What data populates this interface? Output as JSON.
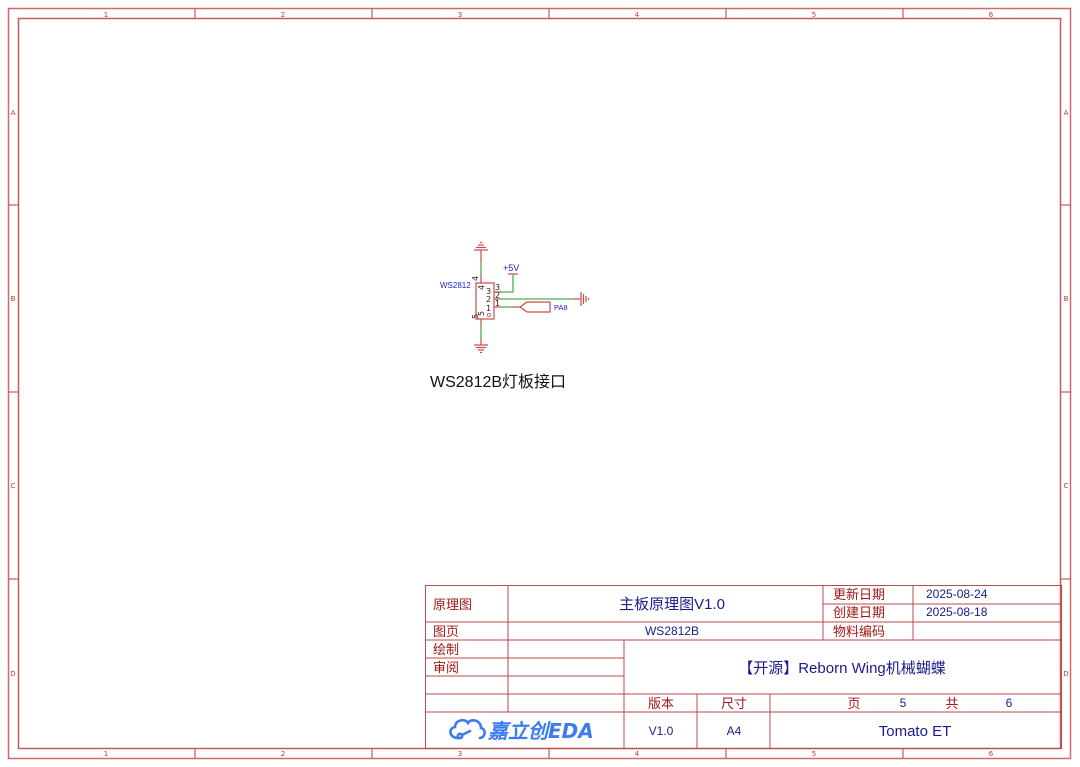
{
  "sheet": {
    "border_color": "#d06a6a",
    "columns": [
      "1",
      "2",
      "3",
      "4",
      "5",
      "6"
    ],
    "rows": [
      "A",
      "B",
      "C",
      "D"
    ]
  },
  "schematic": {
    "component": {
      "designator": "WS2812",
      "pins": [
        {
          "number": "1",
          "net": "PA8"
        },
        {
          "number": "2",
          "net": "GND"
        },
        {
          "number": "3",
          "net": "+5V"
        },
        {
          "number": "4",
          "net": "GND"
        },
        {
          "number": "5",
          "net": "GND"
        }
      ]
    },
    "power_label": "+5V",
    "net_port_label": "PA8",
    "caption": "WS2812B灯板接口",
    "wire_color": "#4caf50",
    "symbol_color": "#c94a4a"
  },
  "title_block": {
    "labels": {
      "schematic": "原理图",
      "page": "图页",
      "drawn": "绘制",
      "reviewed": "审阅",
      "updated_date": "更新日期",
      "created_date": "创建日期",
      "part_code": "物料编码",
      "version": "版本",
      "size": "尺寸",
      "page_of": "页",
      "total": "共"
    },
    "values": {
      "title": "主板原理图V1.0",
      "page_name": "WS2812B",
      "updated_date": "2025-08-24",
      "created_date": "2025-08-18",
      "part_code": "",
      "project": "【开源】Reborn Wing机械蝴蝶",
      "version": "V1.0",
      "size": "A4",
      "page_number": "5",
      "page_total": "6",
      "author": "Tomato ET"
    },
    "logo_text": "嘉立创EDA"
  }
}
